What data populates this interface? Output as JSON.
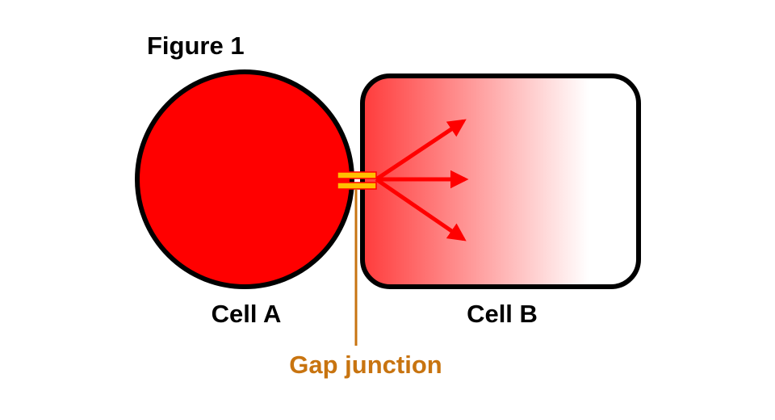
{
  "figure": {
    "title": "Figure 1"
  },
  "cells": {
    "cell_a": {
      "label": "Cell A",
      "fill_color": "#ff0000"
    },
    "cell_b": {
      "label": "Cell B",
      "gradient_start_color": "#ff3b3b",
      "gradient_end_color": "#ffffff"
    }
  },
  "gap_junction": {
    "label": "Gap junction",
    "label_color": "#c87410",
    "channel_color": "#ffc000"
  },
  "arrows": {
    "color": "#ff0000"
  },
  "outline_color": "#000000"
}
